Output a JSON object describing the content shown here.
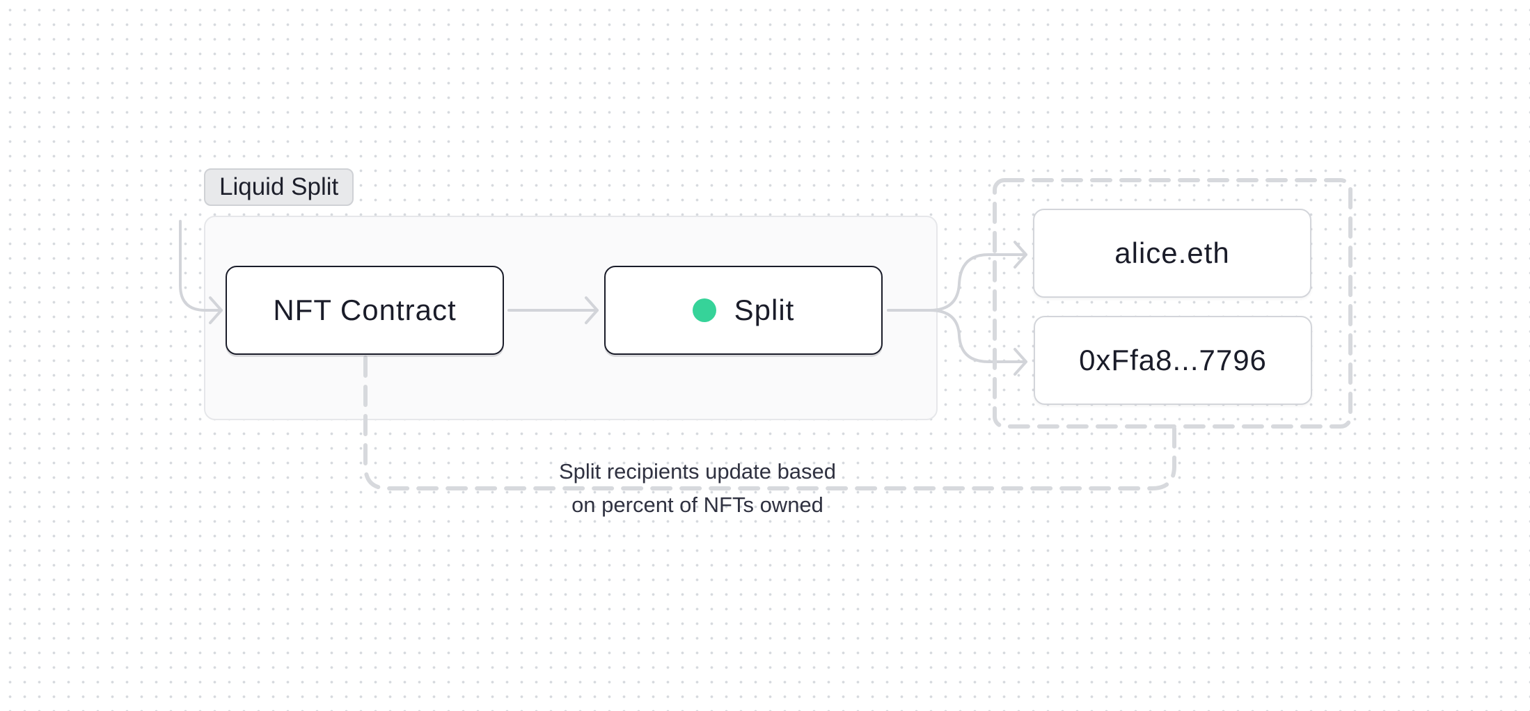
{
  "group": {
    "label": "Liquid Split"
  },
  "nodes": {
    "nft_contract": "NFT Contract",
    "split": "Split",
    "recipient_1": "alice.eth",
    "recipient_2": "0xFfa8...7796"
  },
  "caption": {
    "line1": "Split recipients update based",
    "line2": "on percent of NFTs owned"
  },
  "colors": {
    "status_dot": "#36d399",
    "node_border": "#1a1c29",
    "connector": "#d2d4d9"
  }
}
